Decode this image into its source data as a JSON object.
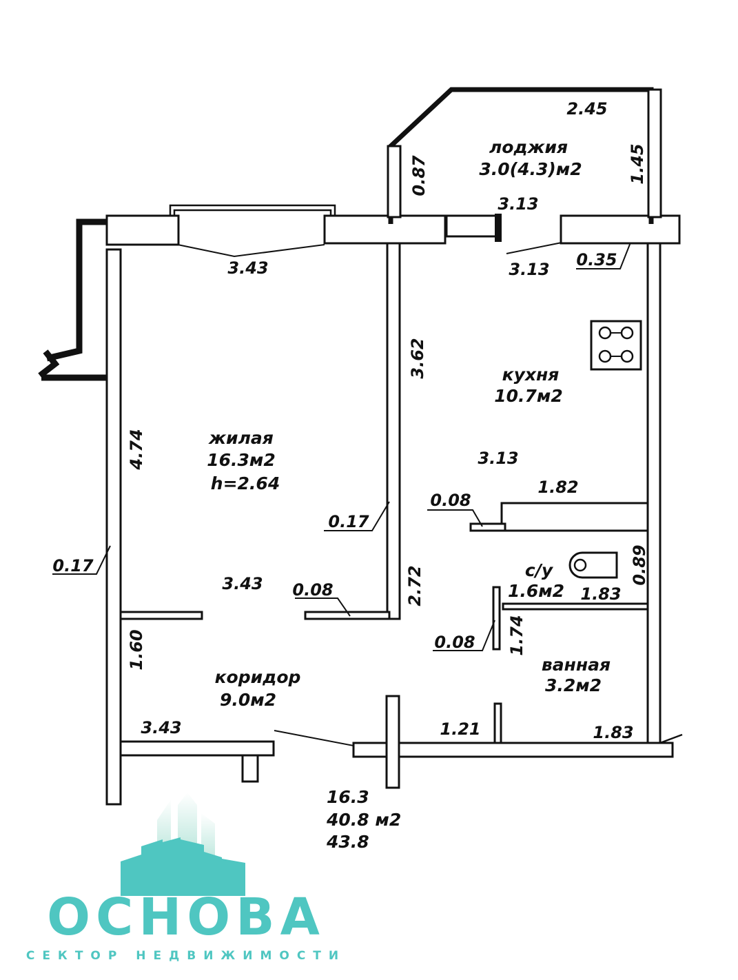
{
  "rooms": {
    "loggia": {
      "name": "лоджия",
      "area": "3.0(4.3)м2"
    },
    "kitchen": {
      "name": "кухня",
      "area": "10.7м2"
    },
    "living": {
      "name": "жилая",
      "area": "16.3м2",
      "height": "h=2.64"
    },
    "wc": {
      "name": "с/у",
      "area": "1.6м2"
    },
    "bath": {
      "name": "ванная",
      "area": "3.2м2"
    },
    "corridor": {
      "name": "коридор",
      "area": "9.0м2"
    }
  },
  "dimensions": {
    "loggia_top": "2.45",
    "loggia_left": "0.87",
    "loggia_right": "1.45",
    "loggia_bottom": "3.13",
    "living_window": "3.43",
    "kitchen_window": "3.13",
    "outer_wall": "0.35",
    "kitchen_depth": "3.62",
    "kitchen_width": "3.13",
    "living_depth": "4.74",
    "kitchen_bottom": "1.82",
    "partition_kitchen": "0.08",
    "wall_inner": "0.17",
    "wall_outer": "0.17",
    "living_width": "3.43",
    "partition_living": "0.08",
    "hall_segment": "2.72",
    "wc_depth": "0.89",
    "wc_width": "1.83",
    "partition_bath": "0.08",
    "bath_depth": "1.74",
    "corridor_depth": "1.60",
    "corridor_width": "3.43",
    "corridor_segment": "1.21",
    "bath_width": "1.83"
  },
  "totals": {
    "living_total": "16.3",
    "total_area": "40.8 м2",
    "total_with_loggia": "43.8"
  },
  "logo": {
    "wordmark": "ОСНОВА",
    "tagline": "СЕКТОР НЕДВИЖИМОСТИ",
    "color": "#4fc6c1"
  }
}
